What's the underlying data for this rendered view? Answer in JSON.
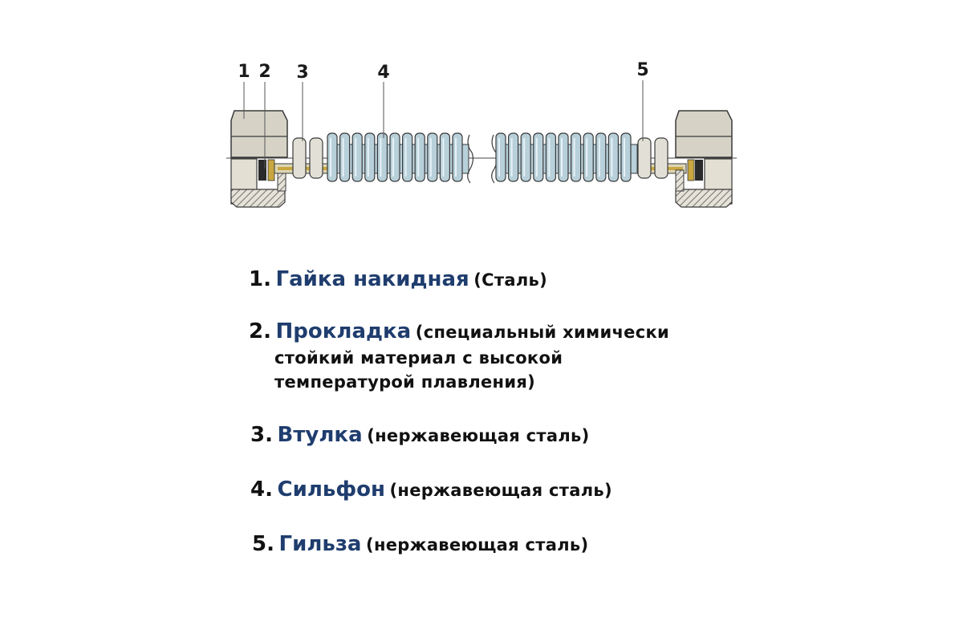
{
  "diagram": {
    "callouts": [
      "1",
      "2",
      "3",
      "4",
      "5"
    ]
  },
  "legend": [
    {
      "number": "1.",
      "name": "Гайка накидная",
      "desc": "(Сталь)"
    },
    {
      "number": "2.",
      "name": "Прокладка",
      "desc": "(специальный химически",
      "desc_line2": "стойкий материал с высокой",
      "desc_line3": "температурой плавления)"
    },
    {
      "number": "3.",
      "name": "Втулка",
      "desc": "(нержавеющая сталь)"
    },
    {
      "number": "4.",
      "name": "Сильфон",
      "desc": "(нержавеющая сталь)"
    },
    {
      "number": "5.",
      "name": "Гильза",
      "desc": "(нержавеющая сталь)"
    }
  ],
  "colors": {
    "nut": "#d6d3c6",
    "bellows": "#b8d0da",
    "outline": "#3a3a3a",
    "accent_name": "#1f3d6e",
    "gasket": "#c9a640"
  }
}
